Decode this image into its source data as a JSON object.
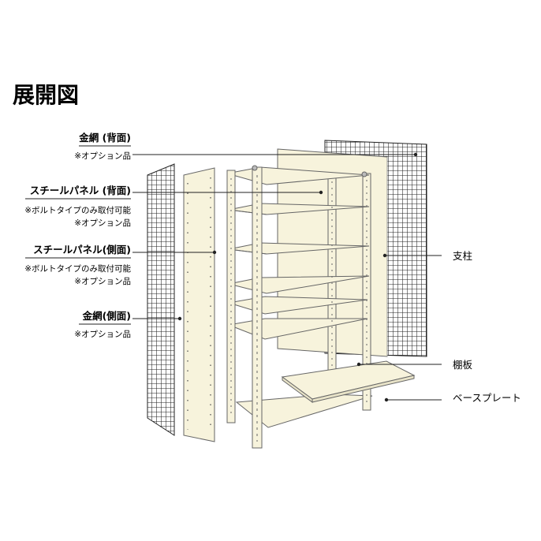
{
  "title": "展開図",
  "callouts": {
    "wire_back": {
      "label": "金網 (背面)",
      "note": "※オプション品"
    },
    "steel_back": {
      "label": "スチールパネル (背面)",
      "note1": "※ボルトタイプのみ取付可能",
      "note2": "※オプション品"
    },
    "steel_side": {
      "label": "スチールパネル(側面)",
      "note1": "※ボルトタイプのみ取付可能",
      "note2": "※オプション品"
    },
    "wire_side": {
      "label": "金網(側面)",
      "note": "※オプション品"
    },
    "post": {
      "label": "支柱"
    },
    "shelf": {
      "label": "棚板"
    },
    "base": {
      "label": "ベースプレート"
    }
  },
  "colors": {
    "panel_fill": "#f7f3dc",
    "frame_fill": "#f7f3dc",
    "line": "#555555",
    "mesh": "#222222",
    "text": "#1a1a1a"
  }
}
